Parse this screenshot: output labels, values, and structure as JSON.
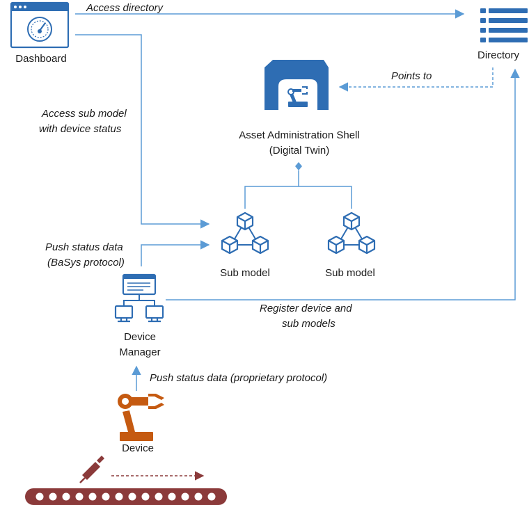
{
  "nodes": {
    "dashboard": "Dashboard",
    "directory": "Directory",
    "aas_line1": "Asset Administration Shell",
    "aas_line2": "(Digital Twin)",
    "submodel_1": "Sub model",
    "submodel_2": "Sub model",
    "device_manager_line1": "Device",
    "device_manager_line2": "Manager",
    "device": "Device"
  },
  "edges": {
    "access_directory": "Access directory",
    "points_to": "Points to",
    "access_submodel_line1": "Access sub model",
    "access_submodel_line2": "with device status",
    "push_basys_line1": "Push status data",
    "push_basys_line2": "(BaSys protocol)",
    "register_line1": "Register device and",
    "register_line2": "sub models",
    "push_proprietary": "Push status data (proprietary protocol)"
  },
  "icons": {
    "dashboard": "dashboard-gauge-icon",
    "directory": "list-icon",
    "aas": "robot-shell-icon",
    "submodel": "cubes-icon",
    "device_manager": "network-monitors-icon",
    "device": "robot-arm-icon",
    "conveyor": "conveyor-belt-icon",
    "tool": "screwdriver-icon"
  },
  "colors": {
    "primary_blue": "#2e6db3",
    "line_blue": "#5b9bd5",
    "device_orange": "#c55a11",
    "conveyor_brown": "#8b3a3a"
  }
}
